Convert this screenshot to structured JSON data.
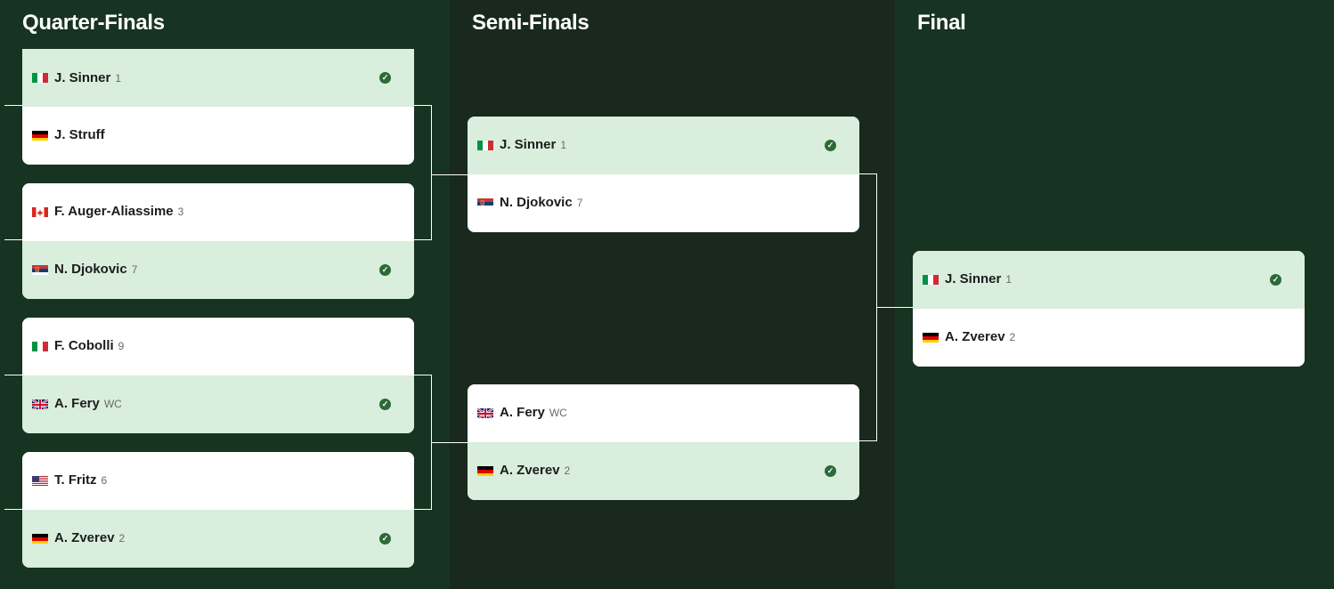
{
  "rounds": {
    "quarter_finals": "Quarter-Finals",
    "semi_finals": "Semi-Finals",
    "final": "Final"
  },
  "icons": {
    "winner": "check-circle-icon"
  },
  "colors": {
    "background": "#173321",
    "winner_row": "#d9eedd",
    "check": "#2d6a3a"
  },
  "matches": {
    "qf1": {
      "p1": {
        "name": "J. Sinner",
        "seed": "1",
        "flag": "italy",
        "winner": true
      },
      "p2": {
        "name": "J. Struff",
        "seed": "",
        "flag": "germany",
        "winner": false
      }
    },
    "qf2": {
      "p1": {
        "name": "F. Auger-Aliassime",
        "seed": "3",
        "flag": "canada",
        "winner": false
      },
      "p2": {
        "name": "N. Djokovic",
        "seed": "7",
        "flag": "serbia",
        "winner": true
      }
    },
    "qf3": {
      "p1": {
        "name": "F. Cobolli",
        "seed": "9",
        "flag": "italy",
        "winner": false
      },
      "p2": {
        "name": "A. Fery",
        "seed": "WC",
        "flag": "great-britain",
        "winner": true
      }
    },
    "qf4": {
      "p1": {
        "name": "T. Fritz",
        "seed": "6",
        "flag": "usa",
        "winner": false
      },
      "p2": {
        "name": "A. Zverev",
        "seed": "2",
        "flag": "germany",
        "winner": true
      }
    },
    "sf1": {
      "p1": {
        "name": "J. Sinner",
        "seed": "1",
        "flag": "italy",
        "winner": true
      },
      "p2": {
        "name": "N. Djokovic",
        "seed": "7",
        "flag": "serbia",
        "winner": false
      }
    },
    "sf2": {
      "p1": {
        "name": "A. Fery",
        "seed": "WC",
        "flag": "great-britain",
        "winner": false
      },
      "p2": {
        "name": "A. Zverev",
        "seed": "2",
        "flag": "germany",
        "winner": true
      }
    },
    "f": {
      "p1": {
        "name": "J. Sinner",
        "seed": "1",
        "flag": "italy",
        "winner": true
      },
      "p2": {
        "name": "A. Zverev",
        "seed": "2",
        "flag": "germany",
        "winner": false
      }
    }
  }
}
